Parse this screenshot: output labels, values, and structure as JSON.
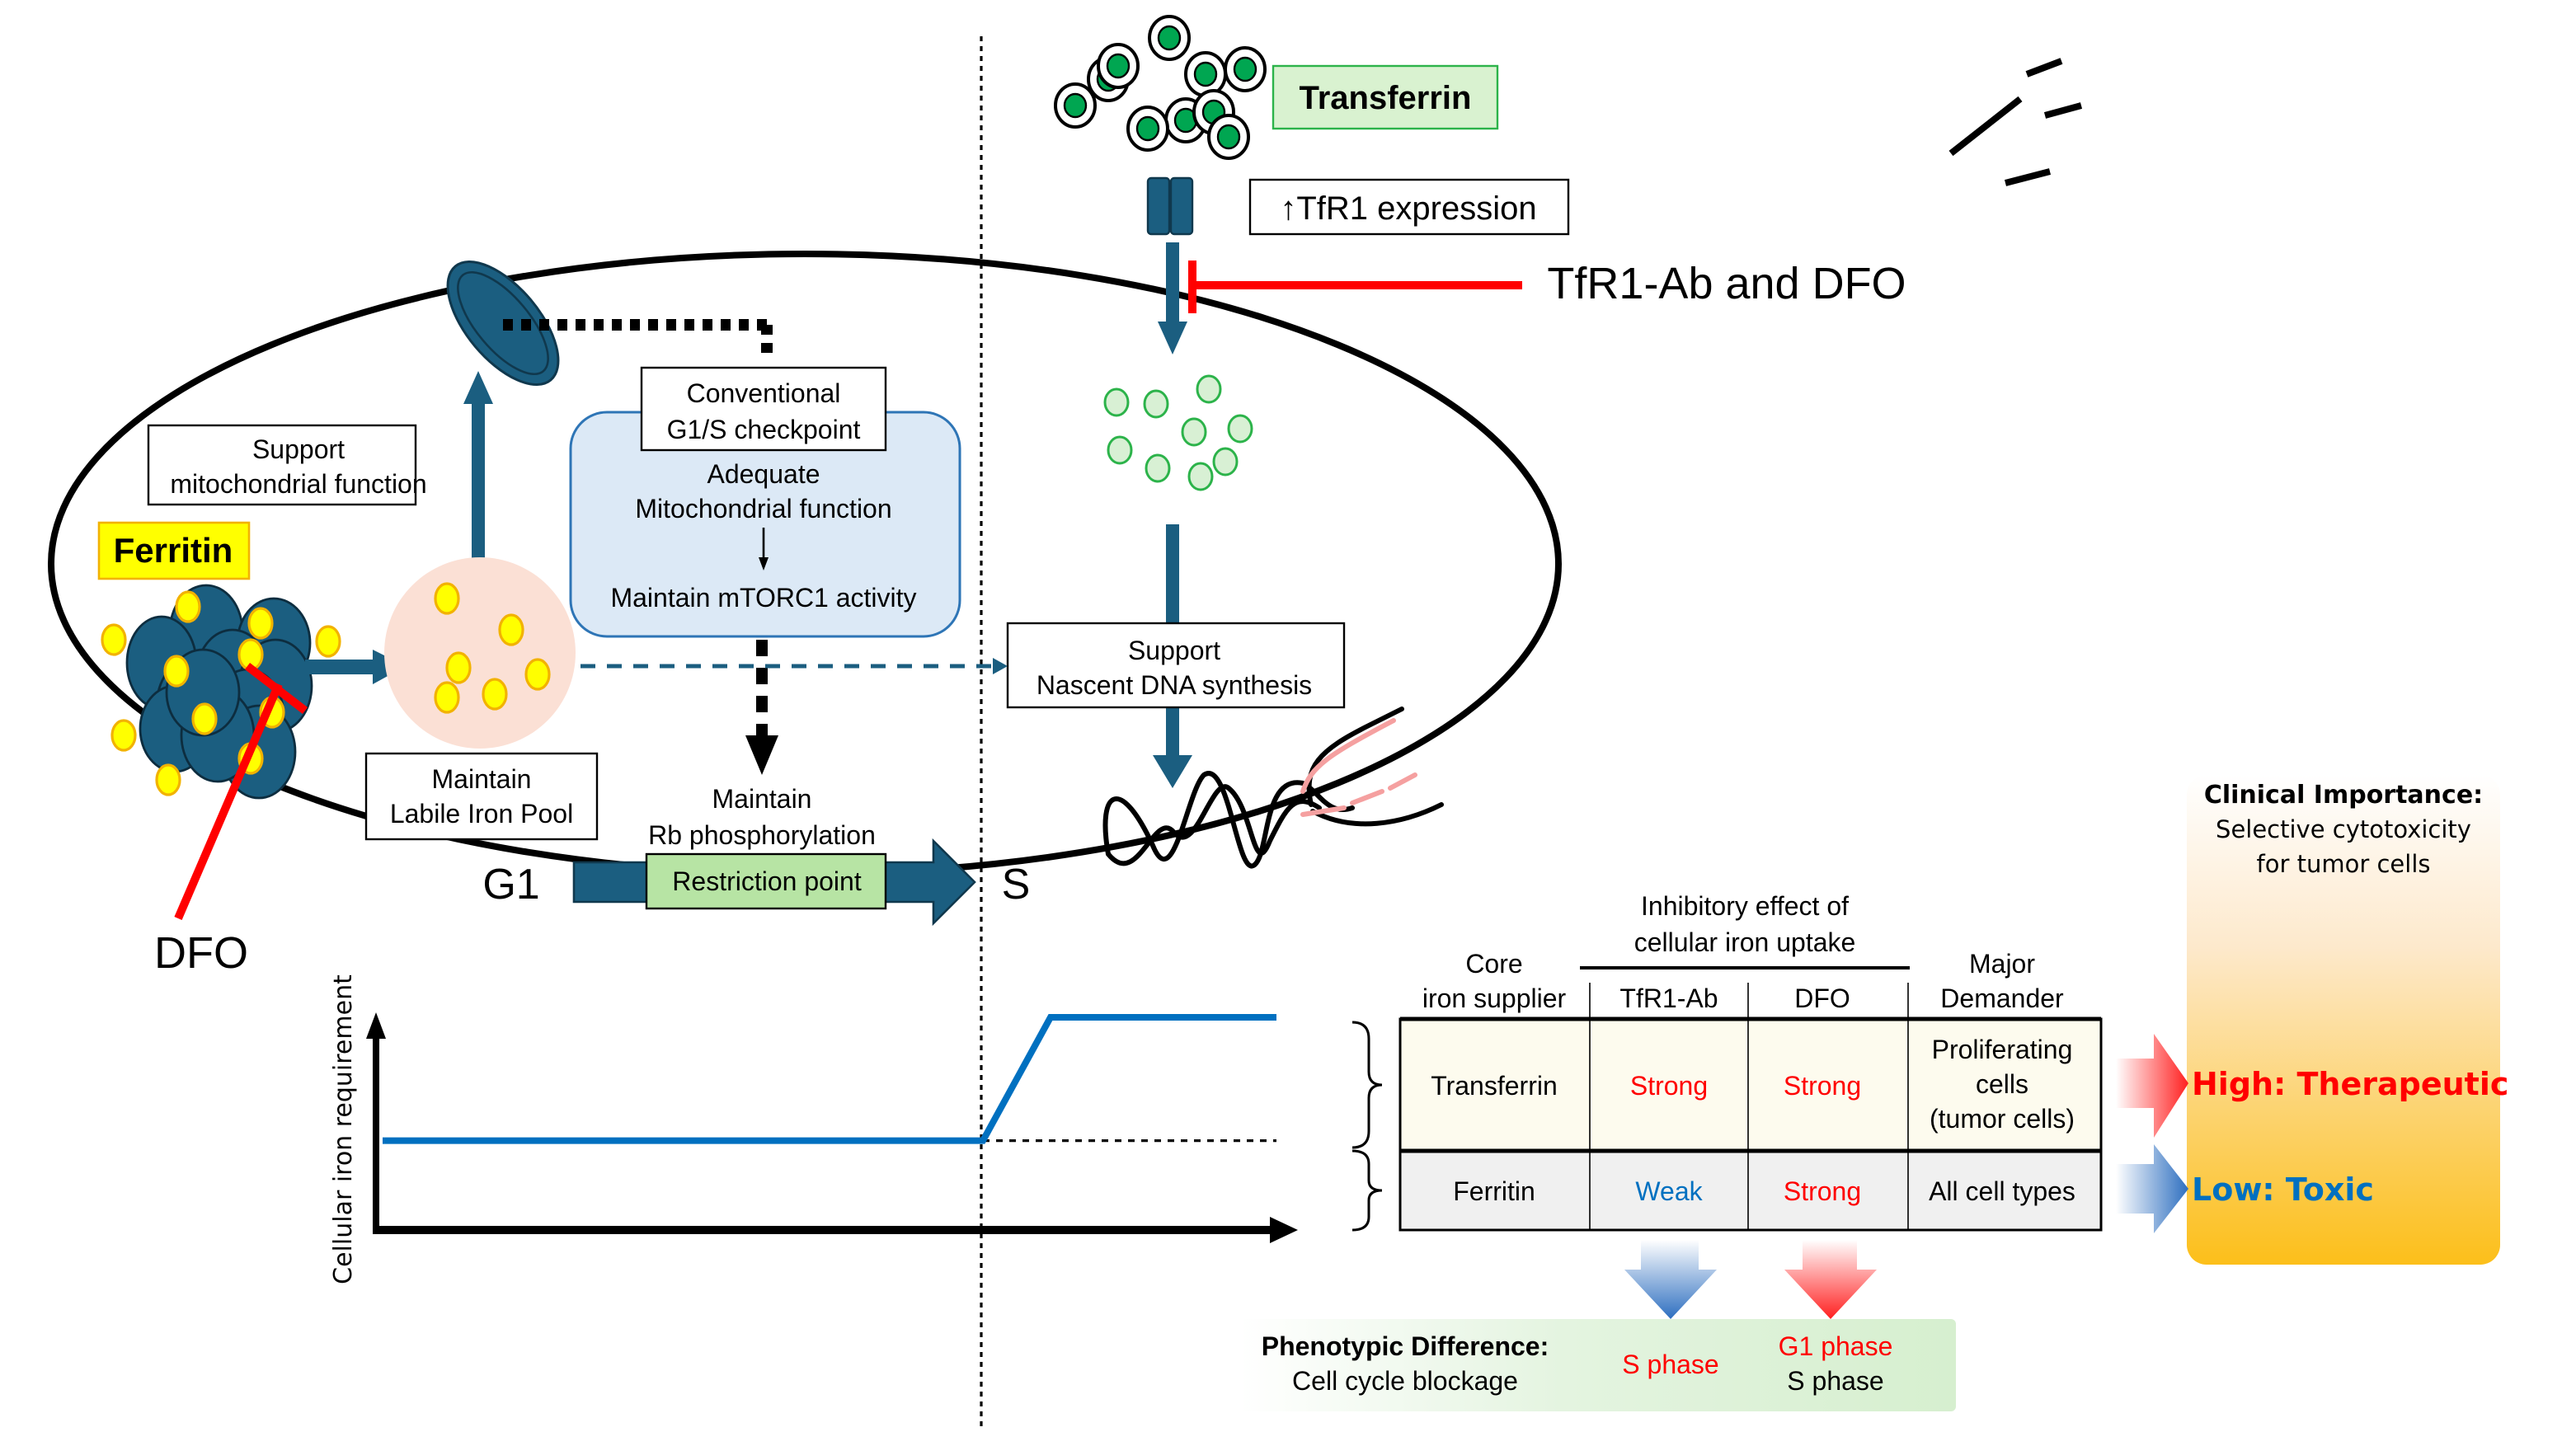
{
  "colors": {
    "teal": "#1b5e80",
    "red": "#ff0000",
    "blue_text": "#0070c0",
    "yellow": "#ffff00",
    "yellow_border": "#f2b200",
    "green_label": "#d9f2d0",
    "green_dot": "#00a651",
    "light_green_dot": "#d8f0d4",
    "lip": "#fbe0d5",
    "mito_box": "#dce9f6",
    "mito_border": "#2e75b6",
    "restriction": "#b7e4a4",
    "line_blue": "#0070c0"
  },
  "labels": {
    "transferrin": "Transferrin",
    "tfr1_expression": "↑TfR1 expression",
    "tfr1_ab_dfo": "TfR1-Ab and DFO",
    "ferritin": "Ferritin",
    "support_mito": [
      "Support",
      "mitochondrial function"
    ],
    "conventional": [
      "Conventional",
      "G1/S checkpoint"
    ],
    "adequate": [
      "Adequate",
      "Mitochondrial function"
    ],
    "mtorc1": "Maintain mTORC1 activity",
    "maintain_lip": [
      "Maintain",
      "Labile Iron Pool"
    ],
    "maintain_rb": [
      "Maintain",
      "Rb phosphorylation"
    ],
    "restriction_point": "Restriction point",
    "g1": "G1",
    "s": "S",
    "dfo": "DFO",
    "support_dna": [
      "Support",
      "Nascent DNA synthesis"
    ]
  },
  "graph": {
    "ylabel": "Cellular iron requirement",
    "baseline_level": 0.42,
    "high_level": 1.0
  },
  "table": {
    "header_group": [
      "Inhibitory effect of",
      "cellular iron uptake"
    ],
    "columns": [
      [
        "Core",
        "iron supplier"
      ],
      [
        "",
        "TfR1-Ab"
      ],
      [
        "",
        "DFO"
      ],
      [
        "Major",
        "Demander"
      ]
    ],
    "rows": [
      {
        "supplier": "Transferrin",
        "tfr1ab": "Strong",
        "tfr1ab_color": "red",
        "dfo": "Strong",
        "dfo_color": "red",
        "demander": [
          "Proliferating",
          "cells",
          "(tumor cells)"
        ]
      },
      {
        "supplier": "Ferritin",
        "tfr1ab": "Weak",
        "tfr1ab_color": "blue",
        "dfo": "Strong",
        "dfo_color": "red",
        "demander": [
          "All cell types"
        ]
      }
    ]
  },
  "clinical": {
    "title": "Clinical Importance:",
    "subtitle": [
      "Selective cytotoxicity",
      "for tumor cells"
    ],
    "high": "High: Therapeutic",
    "low": "Low: Toxic"
  },
  "phenotypic": {
    "title": "Phenotypic Difference:",
    "subtitle": "Cell cycle blockage",
    "tfr1ab": "S phase",
    "dfo": [
      "G1 phase",
      "S phase"
    ]
  }
}
